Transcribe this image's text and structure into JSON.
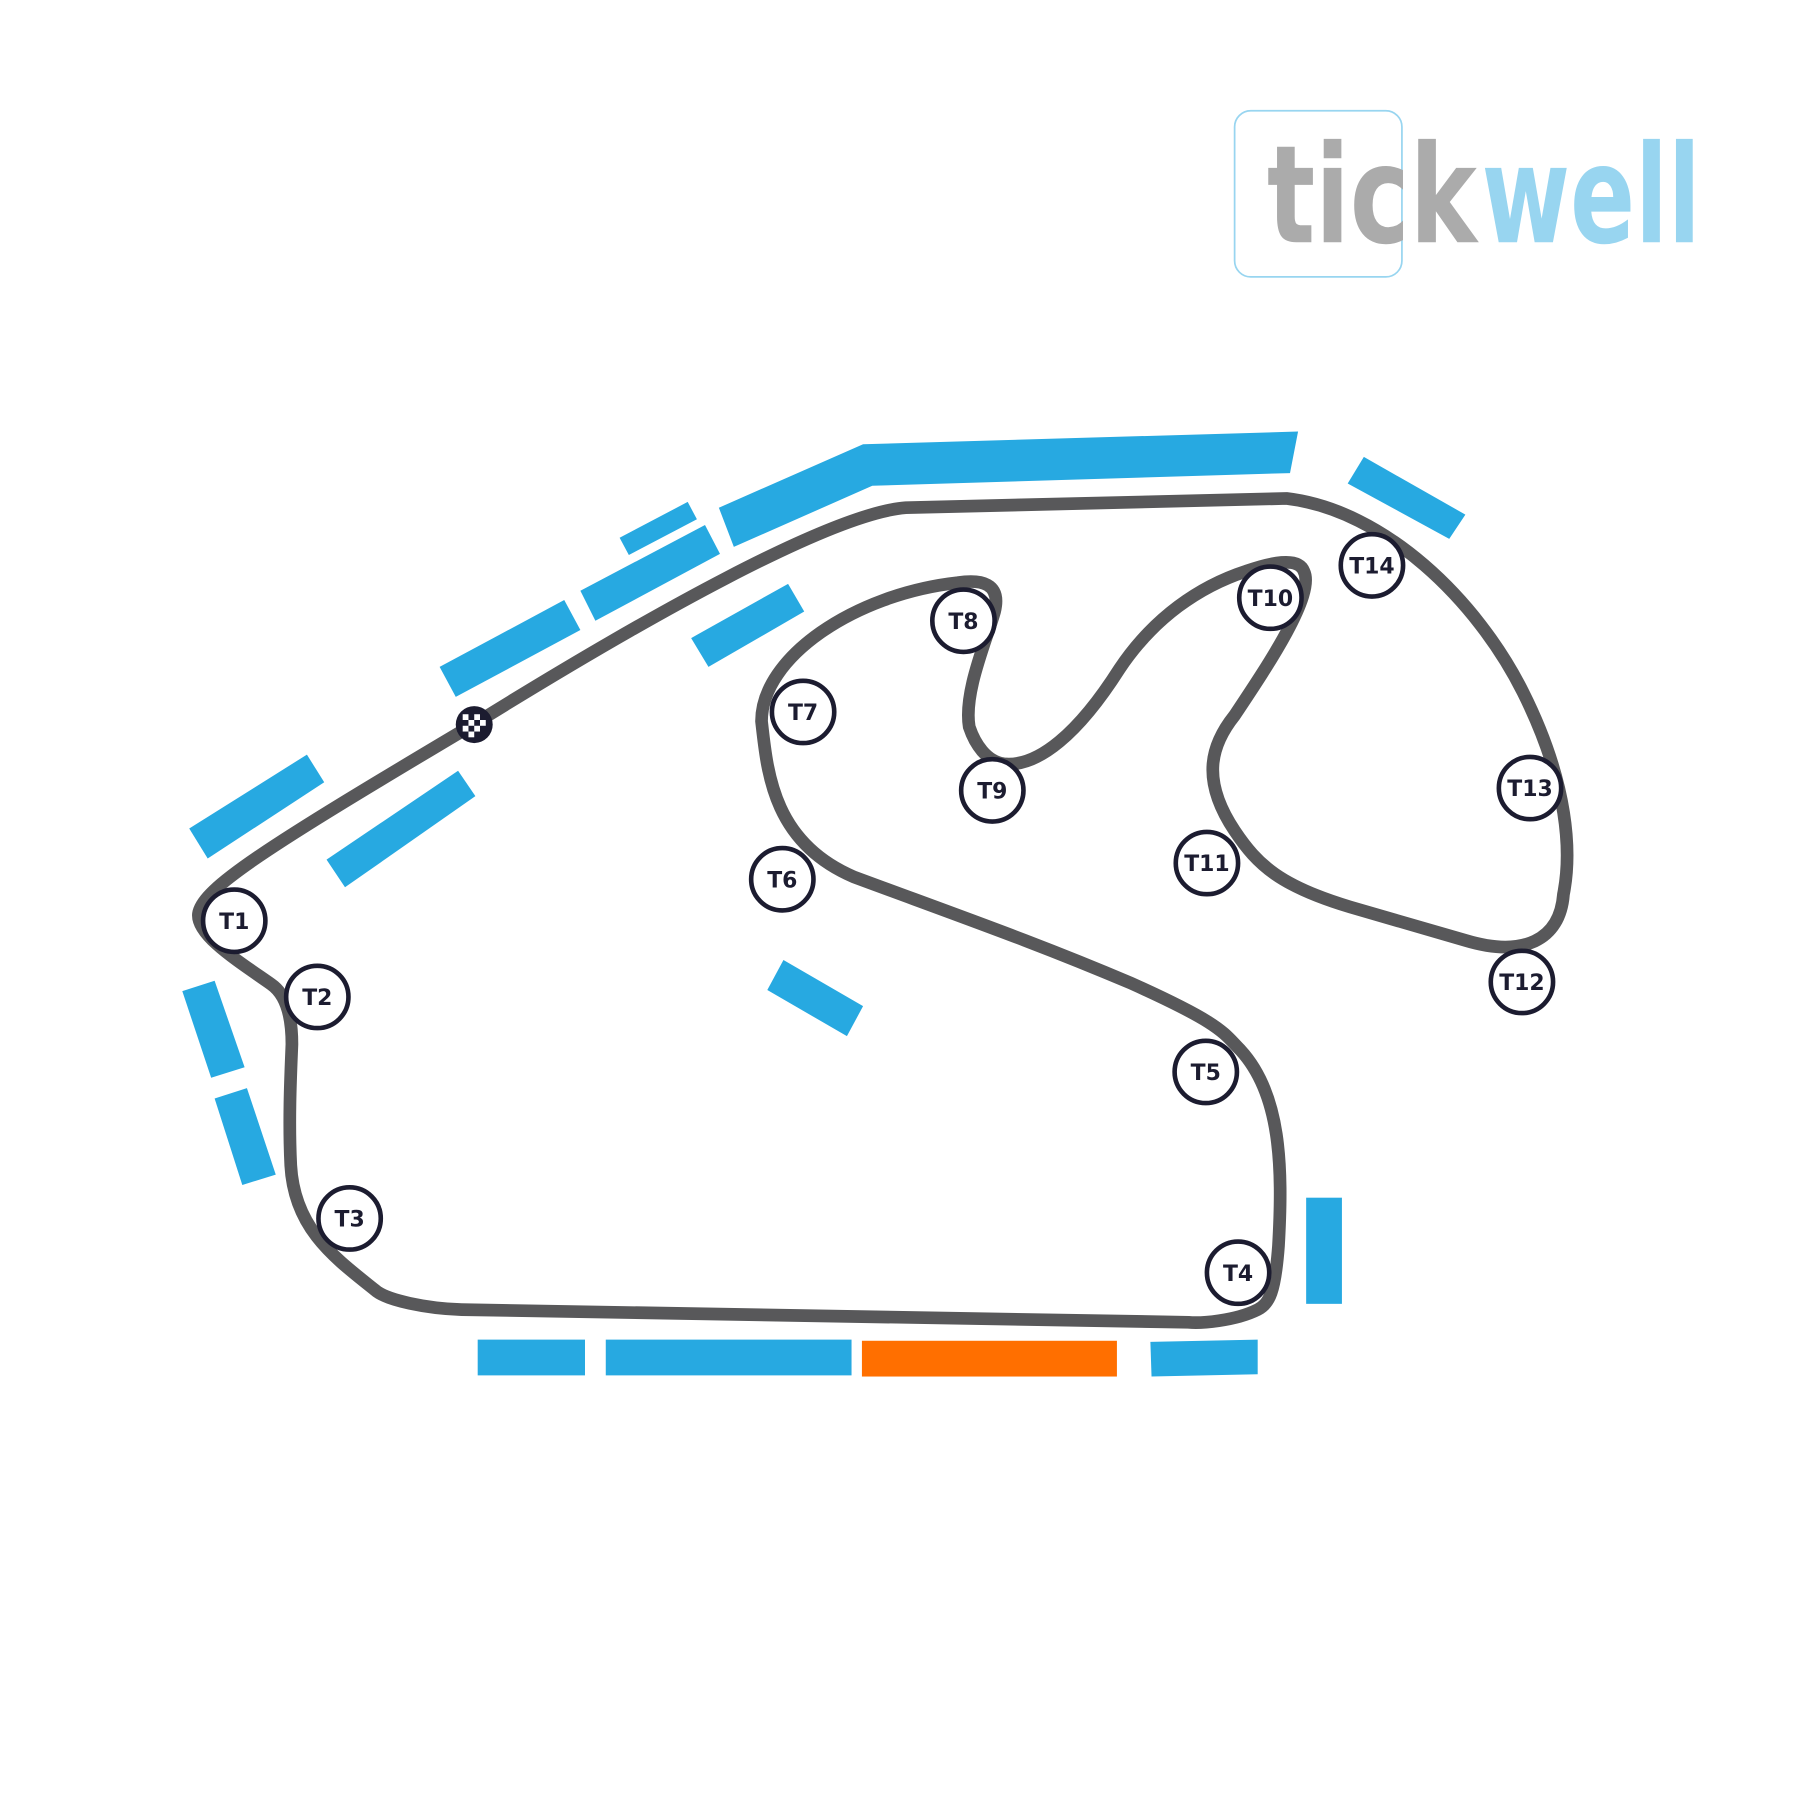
{
  "logo": {
    "part1": "tick",
    "part2": "well",
    "color_gray": "#ababab",
    "color_blue": "#98d5f0"
  },
  "colors": {
    "track": "#58585a",
    "barrier": "#27a9e1",
    "highlight": "#ff6f00",
    "marker": "#1c1c30"
  },
  "turns": [
    "T1",
    "T2",
    "T3",
    "T4",
    "T5",
    "T6",
    "T7",
    "T8",
    "T9",
    "T10",
    "T11",
    "T12",
    "T13",
    "T14"
  ],
  "start_finish_icon": "checkered-flag-icon"
}
